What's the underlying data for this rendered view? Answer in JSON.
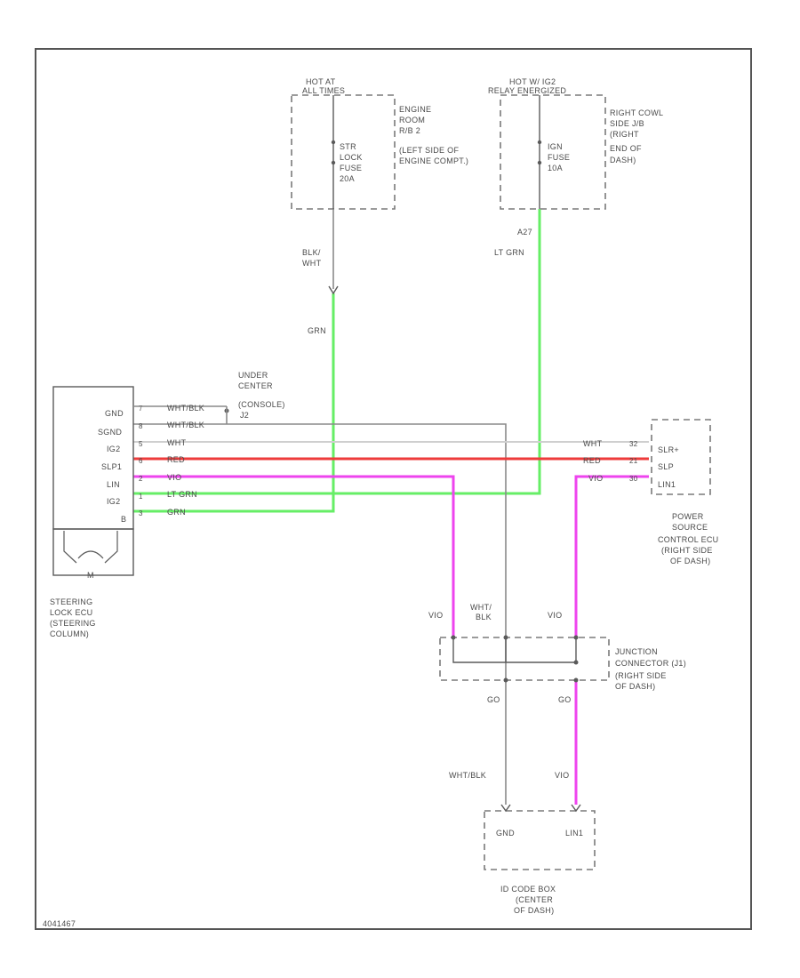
{
  "colors": {
    "green": "#66ee66",
    "red": "#ee3b3b",
    "magenta": "#ee44ee",
    "gray": "#8a8a8a",
    "white_wire": "#cfcfcf",
    "frame": "#555555",
    "text": "#4a4a4a"
  },
  "power_left": {
    "hot_line1": "HOT AT",
    "hot_line2": "ALL TIMES",
    "fuse_lines": [
      "STR",
      "LOCK",
      "FUSE",
      "20A"
    ],
    "location_lines": [
      "ENGINE",
      "ROOM",
      "R/B 2",
      "(LEFT SIDE OF",
      "ENGINE COMPT.)"
    ],
    "wire_top": "BLK/",
    "wire_top2": "WHT",
    "wire_lower": "GRN"
  },
  "power_right": {
    "hot_line1": "HOT W/ IG2",
    "hot_line2": "RELAY ENERGIZED",
    "fuse_lines": [
      "IGN",
      "FUSE",
      "10A"
    ],
    "location_lines": [
      "RIGHT COWL",
      "SIDE J/B",
      "(RIGHT",
      "END OF",
      "DASH)"
    ],
    "connector": "A27",
    "wire": "LT GRN"
  },
  "under_center": {
    "lines": [
      "UNDER",
      "CENTER",
      "(CONSOLE)"
    ],
    "ref": "J2"
  },
  "steering_ecu": {
    "pins": [
      "GND",
      "SGND",
      "IG2",
      "SLP1",
      "LIN",
      "IG2",
      "B"
    ],
    "pin_numbers": [
      "7",
      "8",
      "5",
      "6",
      "2",
      "1",
      "3"
    ],
    "wires": [
      "WHT/BLK",
      "WHT/BLK",
      "WHT",
      "RED",
      "VIO",
      "LT GRN",
      "GRN"
    ],
    "motor": "M",
    "label_lines": [
      "STEERING",
      "LOCK ECU",
      "(STEERING",
      "COLUMN)"
    ]
  },
  "power_source_ecu": {
    "pins": [
      "SLR+",
      "SLP",
      "LIN1"
    ],
    "pin_numbers": [
      "32",
      "21",
      "30"
    ],
    "wires": [
      "WHT",
      "RED",
      "VIO"
    ],
    "label_lines": [
      "POWER",
      "SOURCE",
      "CONTROL ECU",
      "(RIGHT SIDE",
      "OF DASH)"
    ]
  },
  "junction": {
    "label_lines": [
      "JUNCTION",
      "CONNECTOR (J1)",
      "(RIGHT SIDE",
      "OF DASH)"
    ],
    "wire_left": "VIO",
    "wire_mid": "WHT/",
    "wire_mid2": "BLK",
    "wire_right": "VIO",
    "below_left": "GO",
    "below_right": "GO"
  },
  "idcode": {
    "wire_left": "WHT/BLK",
    "wire_right": "VIO",
    "pins": [
      "GND",
      "LIN1"
    ],
    "label_lines": [
      "ID CODE BOX",
      "(CENTER",
      "OF DASH)"
    ]
  },
  "footer_code": "4041467"
}
